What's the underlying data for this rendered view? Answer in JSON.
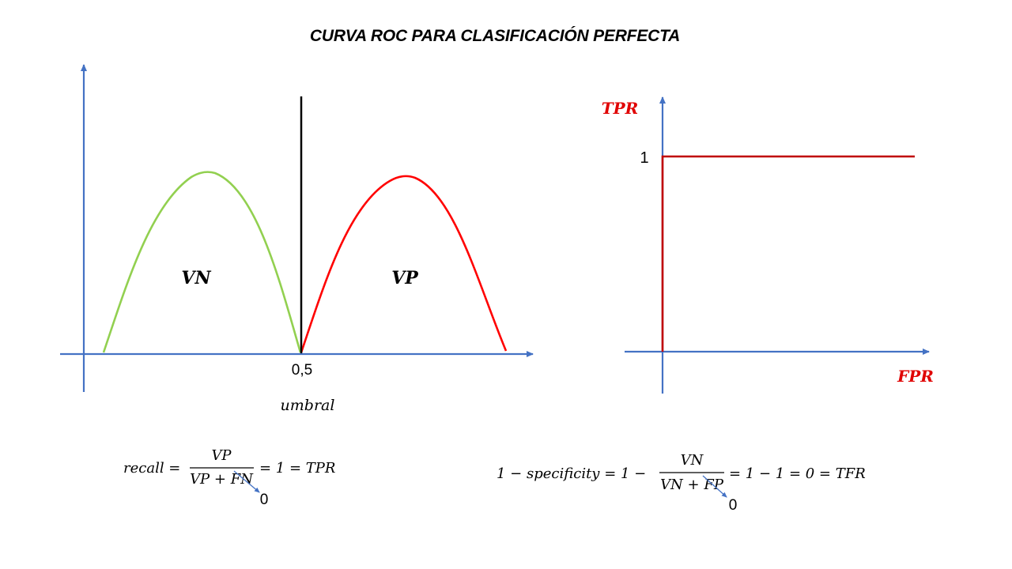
{
  "title": "CURVA ROC PARA CLASIFICACIÓN PERFECTA",
  "left_diagram": {
    "region_negative_label": "VN",
    "region_positive_label": "VP",
    "threshold_tick_label": "0,5",
    "x_axis_label": "umbral",
    "colors": {
      "negative_curve": "#92d050",
      "positive_curve": "#ff0000",
      "threshold_line": "#000000",
      "axes": "#4472c4"
    }
  },
  "right_diagram": {
    "y_axis_label": "TPR",
    "x_axis_label": "FPR",
    "y_tick_label": "1",
    "colors": {
      "roc_line": "#c00000",
      "axis_labels": "#c00000",
      "axes": "#4472c4"
    }
  },
  "formula_recall": {
    "lhs": "recall =",
    "numerator": "VP",
    "denominator": "VP + FN",
    "rhs": "= 1 = TPR",
    "annotation": "0"
  },
  "formula_specificity": {
    "lhs": "1 − specificity = 1 −",
    "numerator": "VN",
    "denominator": "VN + FP",
    "rhs": "= 1 − 1 = 0 = TFR",
    "annotation": "0"
  }
}
